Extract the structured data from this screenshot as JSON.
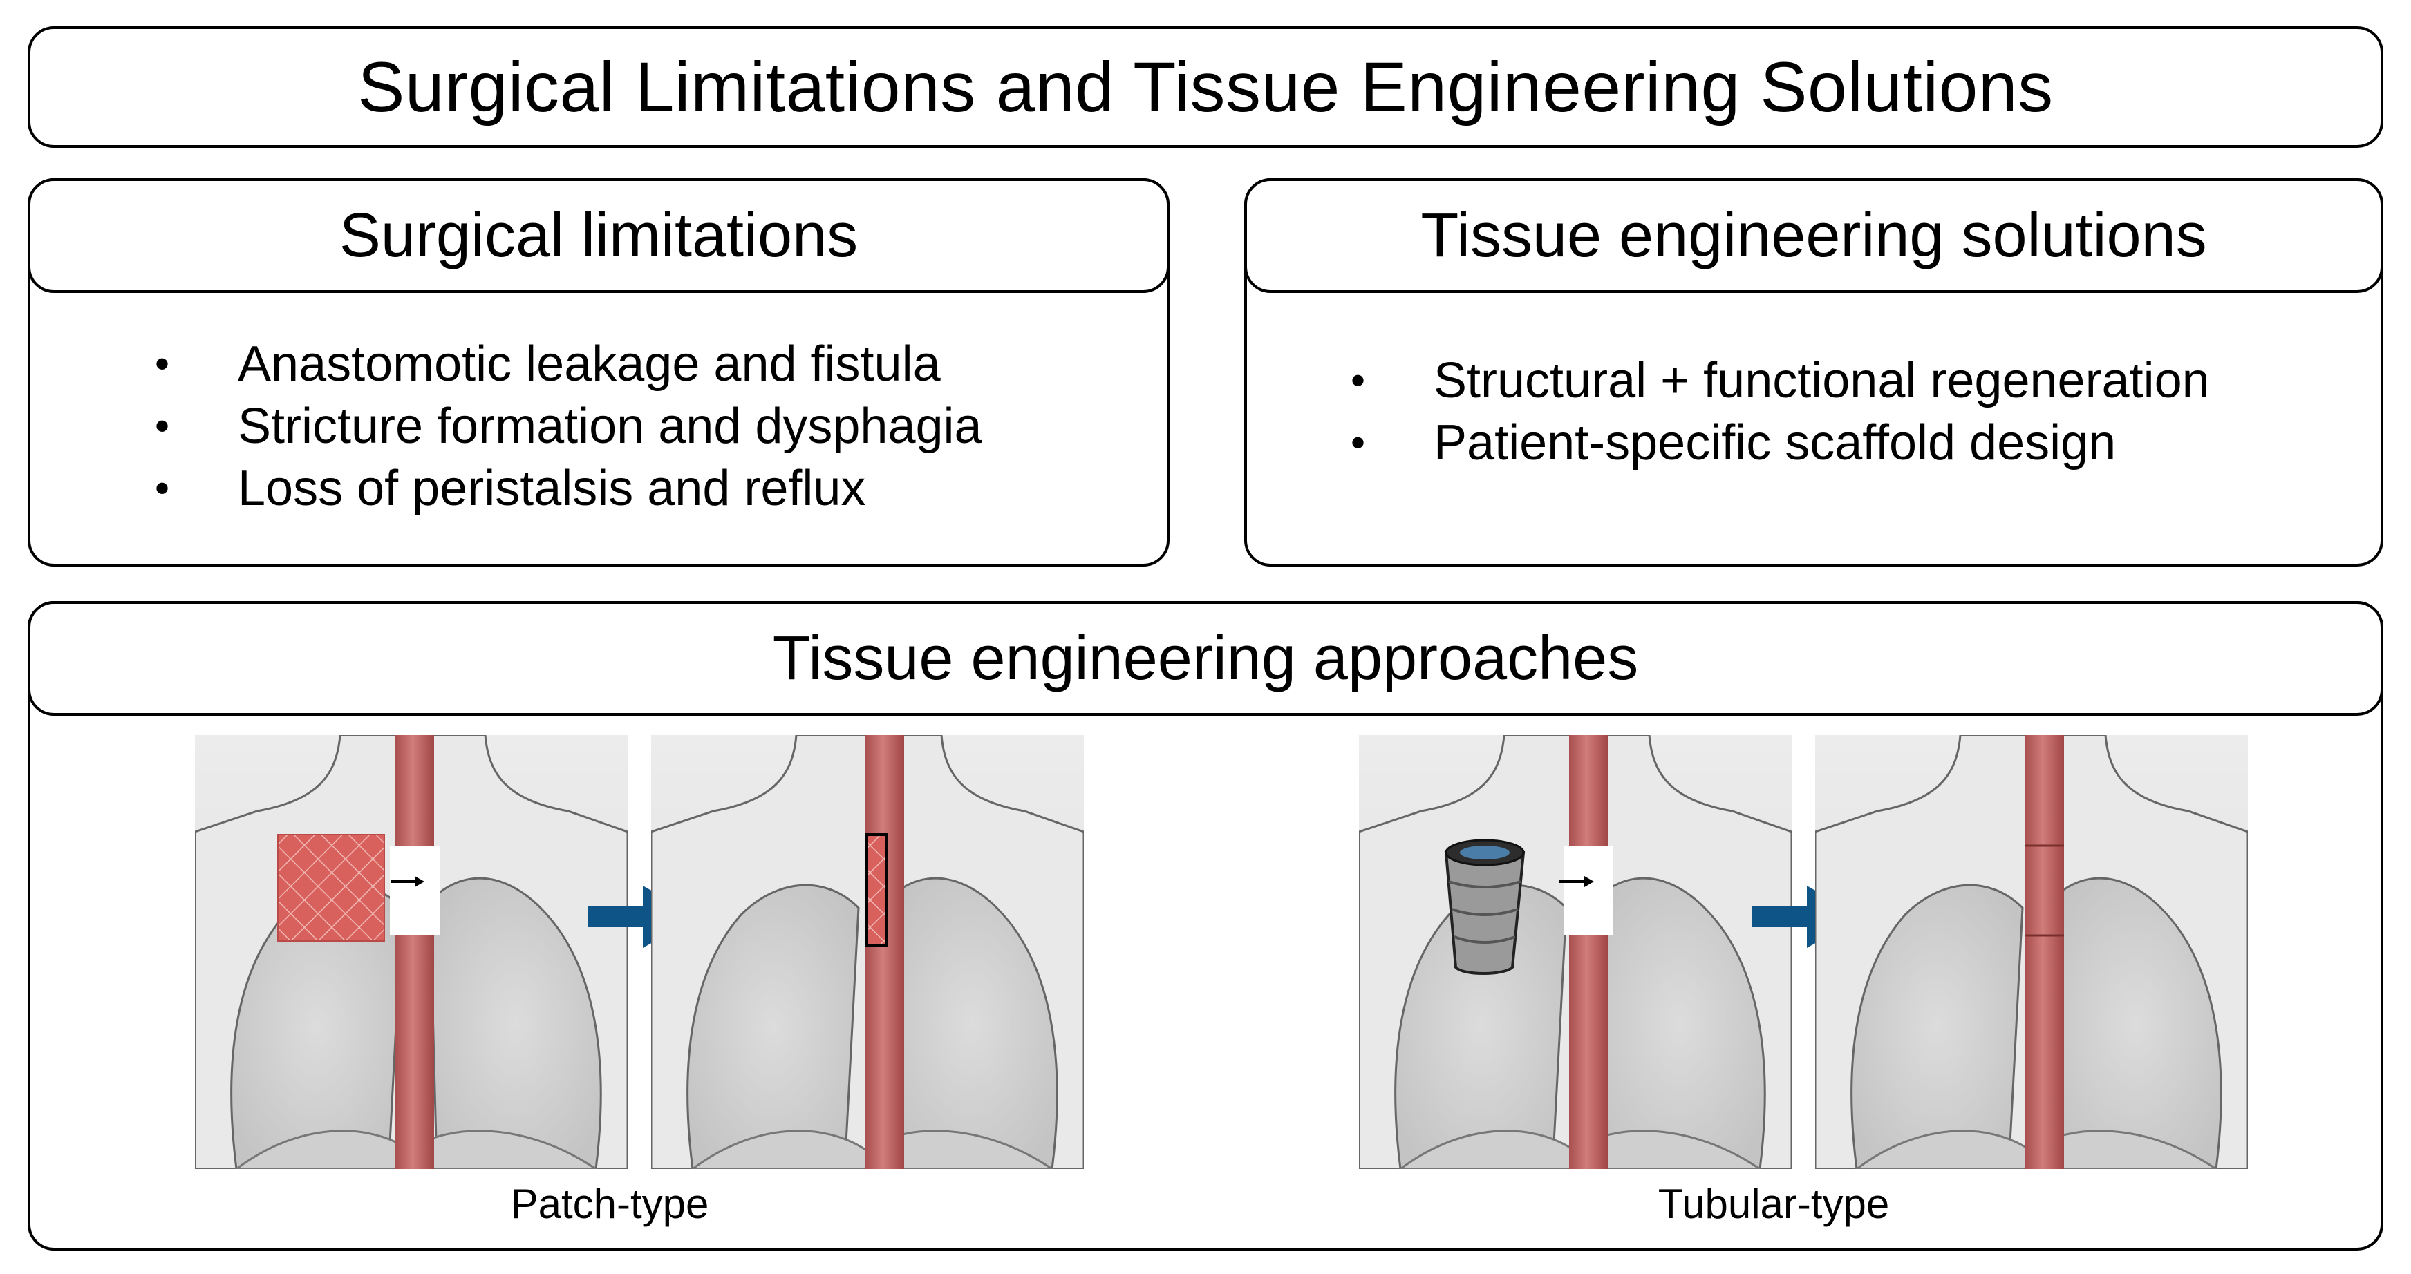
{
  "title": "Surgical Limitations and Tissue Engineering Solutions",
  "limitations": {
    "heading": "Surgical limitations",
    "items": [
      "Anastomotic leakage and fistula",
      "Stricture formation and dysphagia",
      "Loss of peristalsis and reflux"
    ]
  },
  "solutions": {
    "heading": "Tissue engineering solutions",
    "items": [
      "Structural + functional regeneration",
      "Patient-specific scaffold design"
    ]
  },
  "approaches": {
    "heading": "Tissue engineering approaches",
    "patch_caption": "Patch-type",
    "tubular_caption": "Tubular-type"
  },
  "colors": {
    "esophagus": "#c56b6b",
    "esophagus_dark": "#9e4444",
    "patch": "#d9615d",
    "arrow": "#0f5486",
    "body_fill": "#e6e6e6",
    "lung_fill": "#d2d2d2",
    "outline": "#555555"
  },
  "icons": [
    "torso-illustration",
    "patch-scaffold-icon",
    "tubular-scaffold-icon",
    "right-arrow-icon",
    "small-arrow-icon"
  ]
}
